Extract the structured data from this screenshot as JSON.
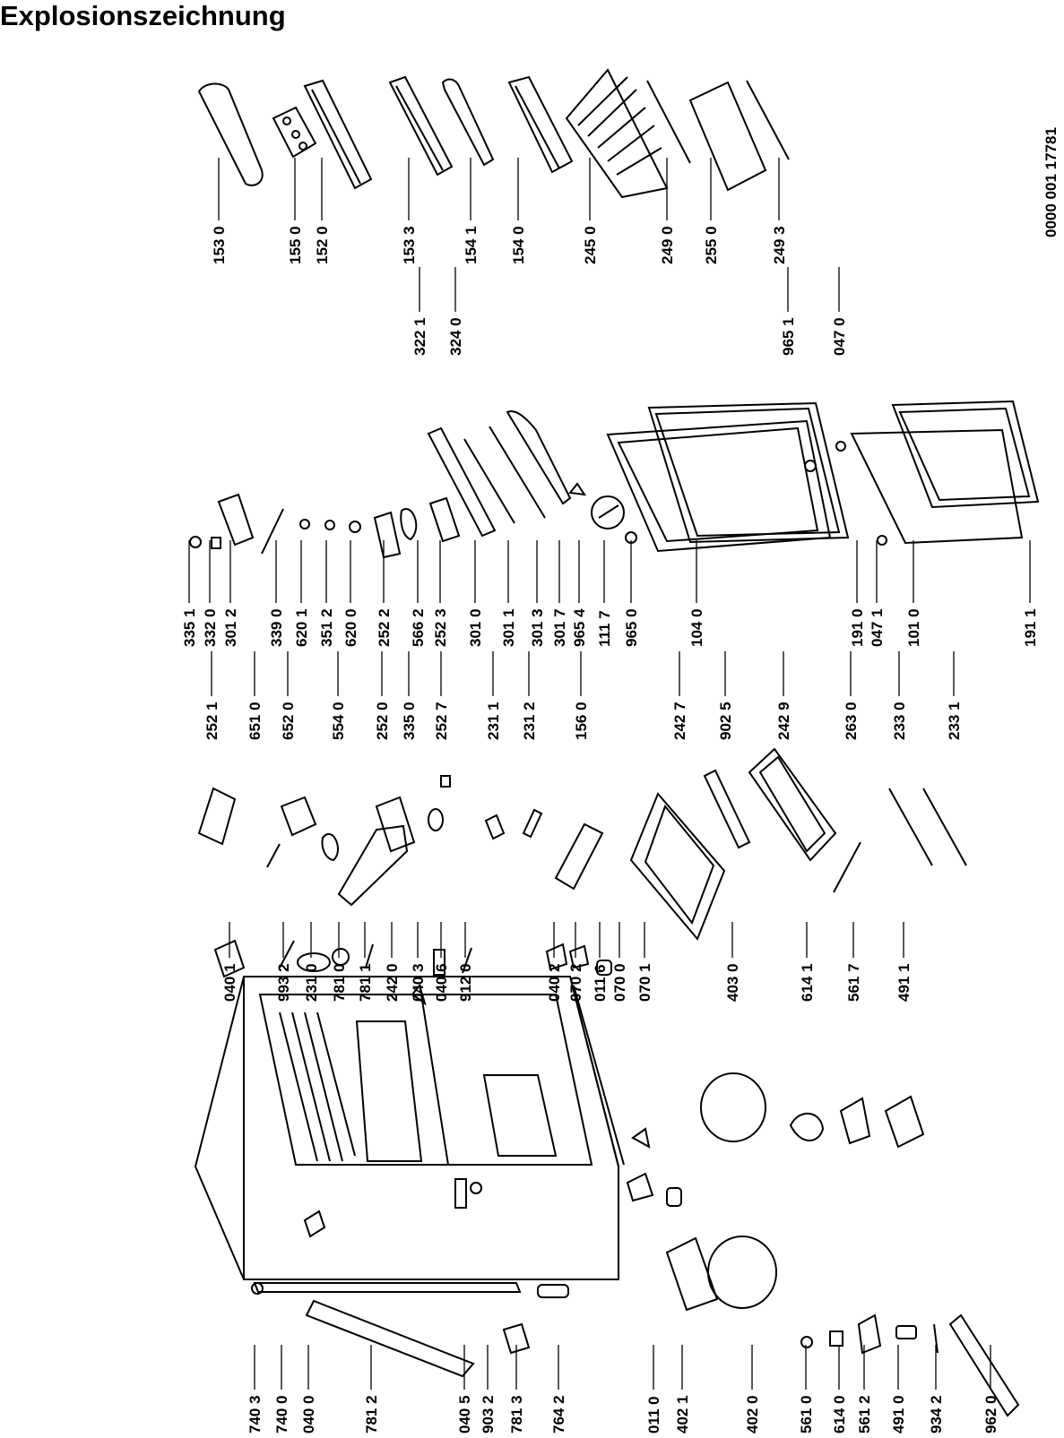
{
  "title": "Explosionszeichnung",
  "document_number": "0000 001 17781",
  "part_numbers": {
    "col_top": [
      "153 0",
      "155 0",
      "152 0",
      "153 3",
      "154 1",
      "154 0",
      "245 0",
      "249 0",
      "255 0",
      "249 3"
    ],
    "col_door": [
      "335 1",
      "332 0",
      "301 2",
      "339 0",
      "620 1",
      "351 2",
      "620 0",
      "252 2",
      "566 2",
      "252 3",
      "301 0",
      "301 1",
      "301 3",
      "301 7",
      "965 4",
      "111 7",
      "965 0",
      "104 0",
      "191 0",
      "047 1",
      "101 0",
      "191 1"
    ],
    "col_door_top": [
      "322 1",
      "324 0",
      "965 1",
      "047 0"
    ],
    "col_inner": [
      "252 1",
      "651 0",
      "652 0",
      "554 0",
      "252 0",
      "335 0",
      "252 7",
      "231 1",
      "231 2",
      "156 0",
      "242 7",
      "902 5",
      "242 9",
      "263 0",
      "233 0",
      "233 1"
    ],
    "col_cabinet": [
      "040 1",
      "993 2",
      "231 0",
      "781 0",
      "781 1",
      "242 0",
      "040 3",
      "040 6",
      "912 0",
      "040 2",
      "070 2",
      "011 6",
      "070 0",
      "070 1",
      "403 0",
      "614 1",
      "561 7",
      "491 1"
    ],
    "col_bottom": [
      "740 3",
      "740 0",
      "040 0",
      "781 2",
      "040 5",
      "903 2",
      "781 3",
      "764 2",
      "011 0",
      "402 1",
      "402 0",
      "561 0",
      "614 0",
      "561 2",
      "491 0",
      "934 2",
      "962 0"
    ]
  }
}
